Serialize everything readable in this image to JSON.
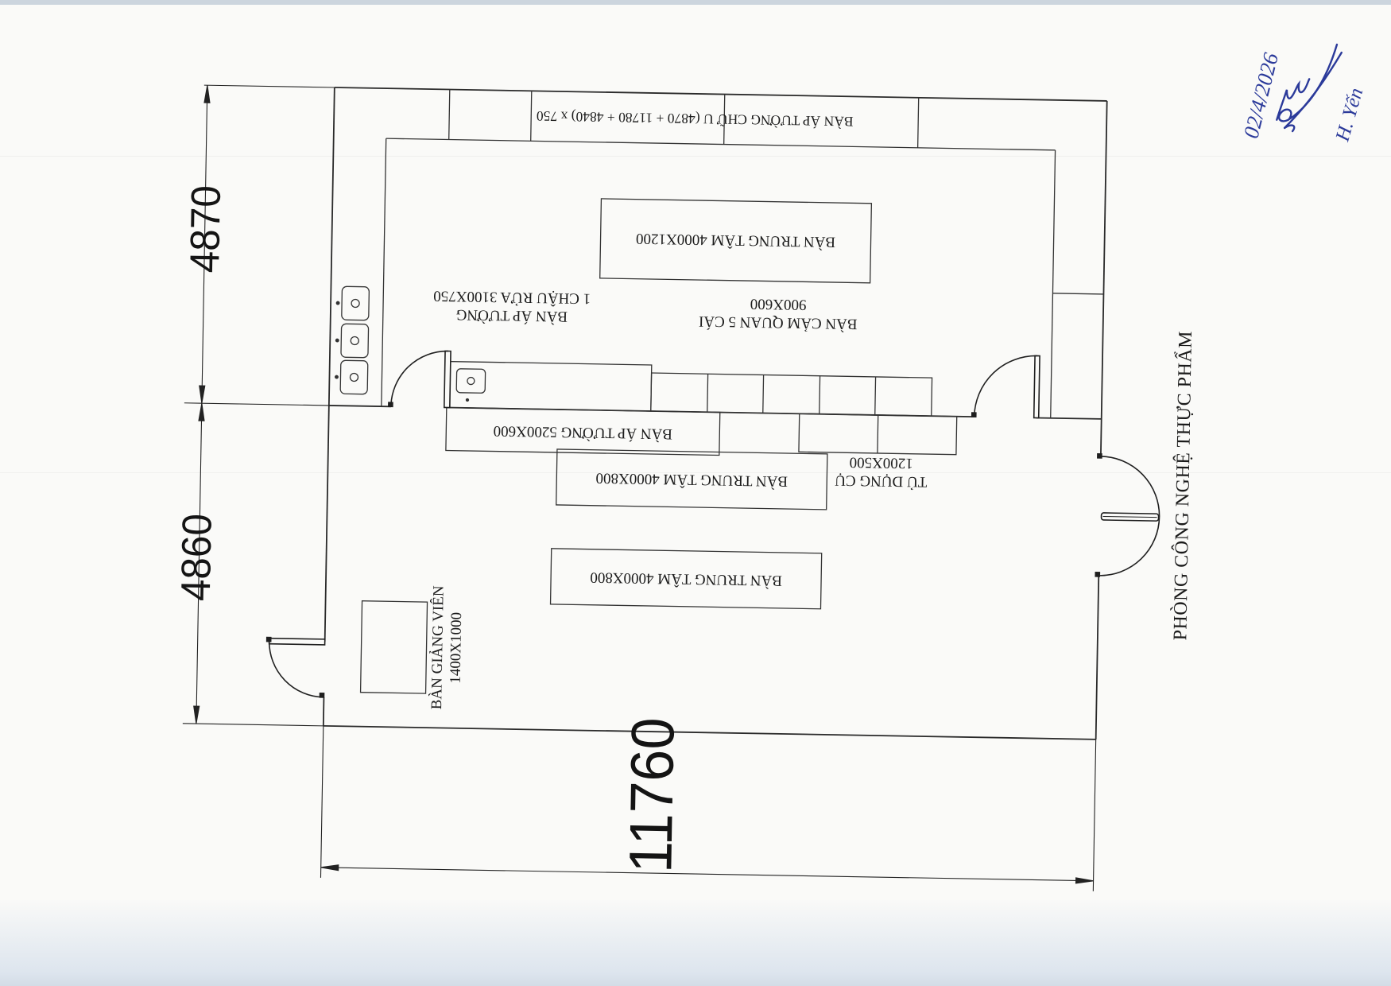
{
  "handwriting": {
    "date": "02/4/2026",
    "signatory": "H. Yến"
  },
  "dimensions": {
    "upper_height": "4870",
    "lower_height": "4860",
    "width": "11760"
  },
  "room_label": "PHÒNG CÔNG NGHỆ THỰC PHẨM",
  "labels": {
    "u_counter": "BÀN ÁP TƯỜNG CHỮ U (4870 + 11780 + 4840) x 750",
    "center_table_upper": "BÀN TRUNG TÂM 4000X1200",
    "sink_counter_l1": "BÀN ÁP TƯỜNG",
    "sink_counter_l2": "1 CHẬU RỬA 3100X750",
    "sensory_tables_l1": "BÀN CẢM QUAN 5 CÁI",
    "sensory_tables_l2": "900X600",
    "lower_wall_counter": "BÀN ÁP TƯỜNG 5200X600",
    "tool_cabinet_l1": "TỦ DỤNG CỤ",
    "tool_cabinet_l2": "1200X500",
    "center_table_mid": "BÀN TRUNG TÂM 4000X800",
    "center_table_lower": "BÀN TRUNG TÂM 4000X800",
    "teacher_desk_l1": "BÀN GIẢNG VIÊN",
    "teacher_desk_l2": "1400X1000"
  },
  "colors": {
    "ink": "#2a2a2a",
    "handwriting_blue": "#2b3a9a",
    "paper": "#fafaf8"
  }
}
